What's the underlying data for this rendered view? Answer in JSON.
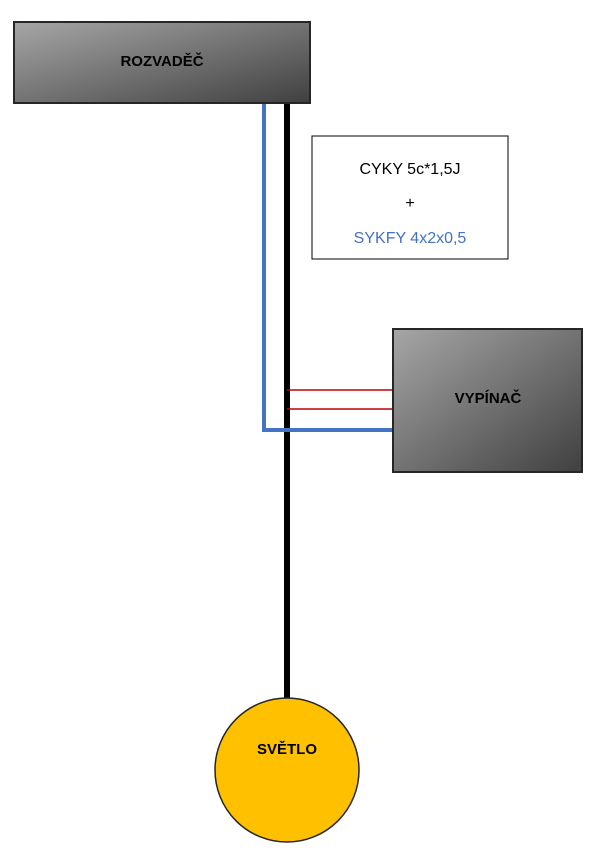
{
  "nodes": {
    "distribution_board": {
      "label": "ROZVADĚČ"
    },
    "switch": {
      "label": "VYPÍNAČ"
    },
    "light": {
      "label": "SVĚTLO"
    }
  },
  "cable_legend": {
    "power_cable": "CYKY 5c*1,5J",
    "plus": "+",
    "signal_cable": "SYKFY 4x2x0,5"
  },
  "colors": {
    "power_line": "#000000",
    "signal_line": "#4472c4",
    "switch_wires": "#c00000",
    "light_fill": "#ffc000",
    "box_gradient_light": "#a6a6a6",
    "box_gradient_dark": "#404040"
  }
}
